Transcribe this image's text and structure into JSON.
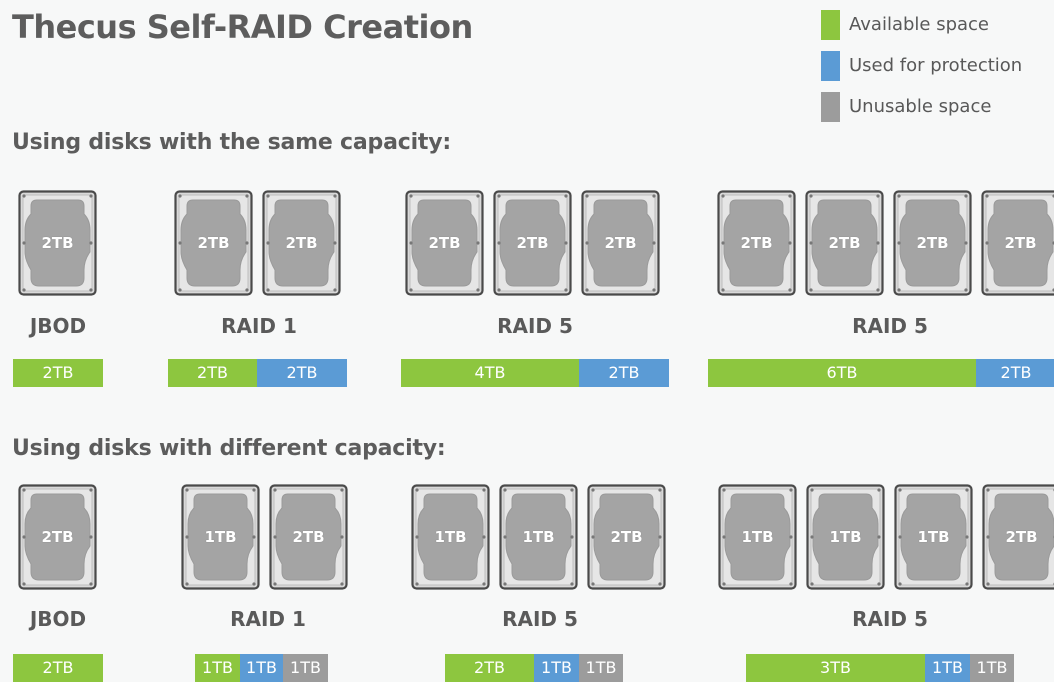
{
  "title": "Thecus Self-RAID Creation",
  "legend": [
    {
      "label": "Available space",
      "color": "#8dc63f"
    },
    {
      "label": "Used for protection",
      "color": "#5b9bd5"
    },
    {
      "label": "Unusable space",
      "color": "#9c9c9c"
    }
  ],
  "same": {
    "heading": "Using disks with the same capacity:",
    "groups": [
      {
        "raid": "JBOD",
        "disks": [
          "2TB"
        ],
        "bar": [
          {
            "label": "2TB",
            "type": "available"
          }
        ]
      },
      {
        "raid": "RAID 1",
        "disks": [
          "2TB",
          "2TB"
        ],
        "bar": [
          {
            "label": "2TB",
            "type": "available"
          },
          {
            "label": "2TB",
            "type": "protection"
          }
        ]
      },
      {
        "raid": "RAID 5",
        "disks": [
          "2TB",
          "2TB",
          "2TB"
        ],
        "bar": [
          {
            "label": "4TB",
            "type": "available"
          },
          {
            "label": "2TB",
            "type": "protection"
          }
        ]
      },
      {
        "raid": "RAID 5",
        "disks": [
          "2TB",
          "2TB",
          "2TB",
          "2TB"
        ],
        "bar": [
          {
            "label": "6TB",
            "type": "available"
          },
          {
            "label": "2TB",
            "type": "protection"
          }
        ]
      }
    ]
  },
  "different": {
    "heading": "Using disks with different capacity:",
    "groups": [
      {
        "raid": "JBOD",
        "disks": [
          "2TB"
        ],
        "bar": [
          {
            "label": "2TB",
            "type": "available"
          }
        ]
      },
      {
        "raid": "RAID 1",
        "disks": [
          "1TB",
          "2TB"
        ],
        "bar": [
          {
            "label": "1TB",
            "type": "available"
          },
          {
            "label": "1TB",
            "type": "protection"
          },
          {
            "label": "1TB",
            "type": "unusable"
          }
        ]
      },
      {
        "raid": "RAID 5",
        "disks": [
          "1TB",
          "1TB",
          "2TB"
        ],
        "bar": [
          {
            "label": "2TB",
            "type": "available"
          },
          {
            "label": "1TB",
            "type": "protection"
          },
          {
            "label": "1TB",
            "type": "unusable"
          }
        ]
      },
      {
        "raid": "RAID 5",
        "disks": [
          "1TB",
          "1TB",
          "1TB",
          "2TB"
        ],
        "bar": [
          {
            "label": "3TB",
            "type": "available"
          },
          {
            "label": "1TB",
            "type": "protection"
          },
          {
            "label": "1TB",
            "type": "unusable"
          }
        ]
      }
    ]
  }
}
